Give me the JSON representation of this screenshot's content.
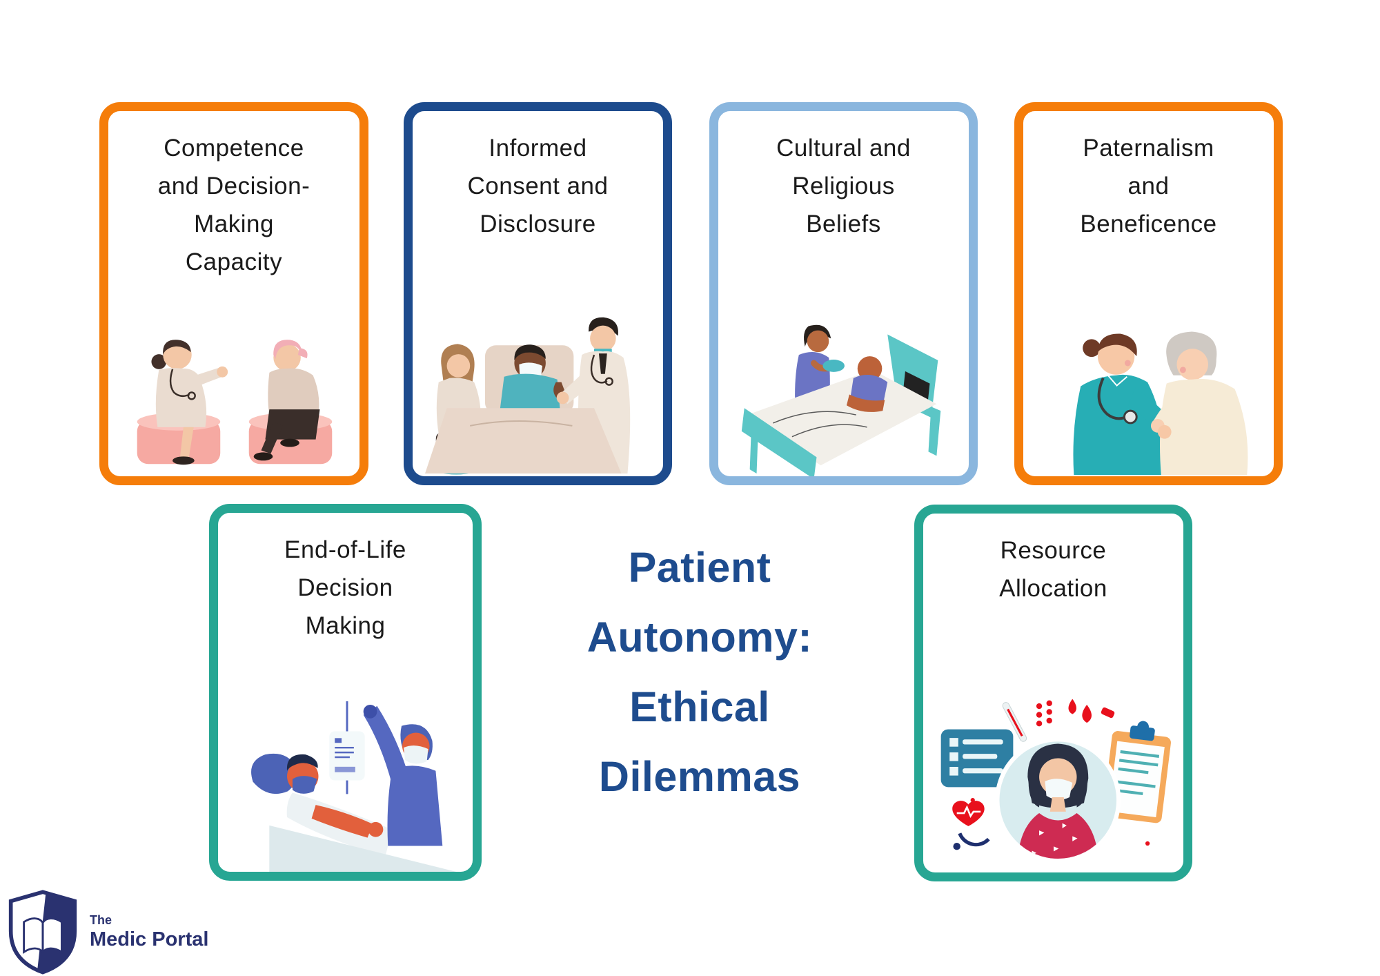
{
  "page": {
    "background_color": "#FFFFFF"
  },
  "main_title": {
    "text": "Patient Autonomy: Ethical Dilemmas",
    "lines": [
      "Patient",
      "Autonomy:",
      "Ethical",
      "Dilemmas"
    ],
    "color": "#1E4C8E"
  },
  "cards": [
    {
      "title": "Competence and Decision-Making Capacity",
      "title_lines": [
        "Competence",
        "and Decision-",
        "Making",
        "Capacity"
      ],
      "border_color": "#F57D0A",
      "illustration": "doctor-consulting-seated-patient-with-headscarf"
    },
    {
      "title": "Informed Consent and Disclosure",
      "title_lines": [
        "Informed",
        "Consent and",
        "Disclosure"
      ],
      "border_color": "#1D4B8D",
      "illustration": "doctor-explaining-to-bed-patient-with-relative"
    },
    {
      "title": "Cultural and Religious Beliefs",
      "title_lines": [
        "Cultural and",
        "Religious",
        "Beliefs"
      ],
      "border_color": "#8AB6DE",
      "illustration": "nurse-offering-bowl-to-elderly-patient-in-hospital-bed"
    },
    {
      "title": "Paternalism and Beneficence",
      "title_lines": [
        "Paternalism",
        "and",
        "Beneficence"
      ],
      "border_color": "#F57D0A",
      "illustration": "nurse-holding-hands-with-elderly-woman"
    },
    {
      "title": "End-of-Life Decision Making",
      "title_lines": [
        "End-of-Life",
        "Decision",
        "Making"
      ],
      "border_color": "#27A693",
      "illustration": "nurse-adjusting-iv-drip-for-lying-patient"
    },
    {
      "title": "Resource Allocation",
      "title_lines": [
        "Resource",
        "Allocation"
      ],
      "border_color": "#27A693",
      "illustration": "masked-woman-surrounded-by-medical-supplies"
    }
  ],
  "logo": {
    "brand_top": "The",
    "brand_name": "Medic Portal",
    "color": "#2A3270",
    "icon": "shield-open-book"
  }
}
